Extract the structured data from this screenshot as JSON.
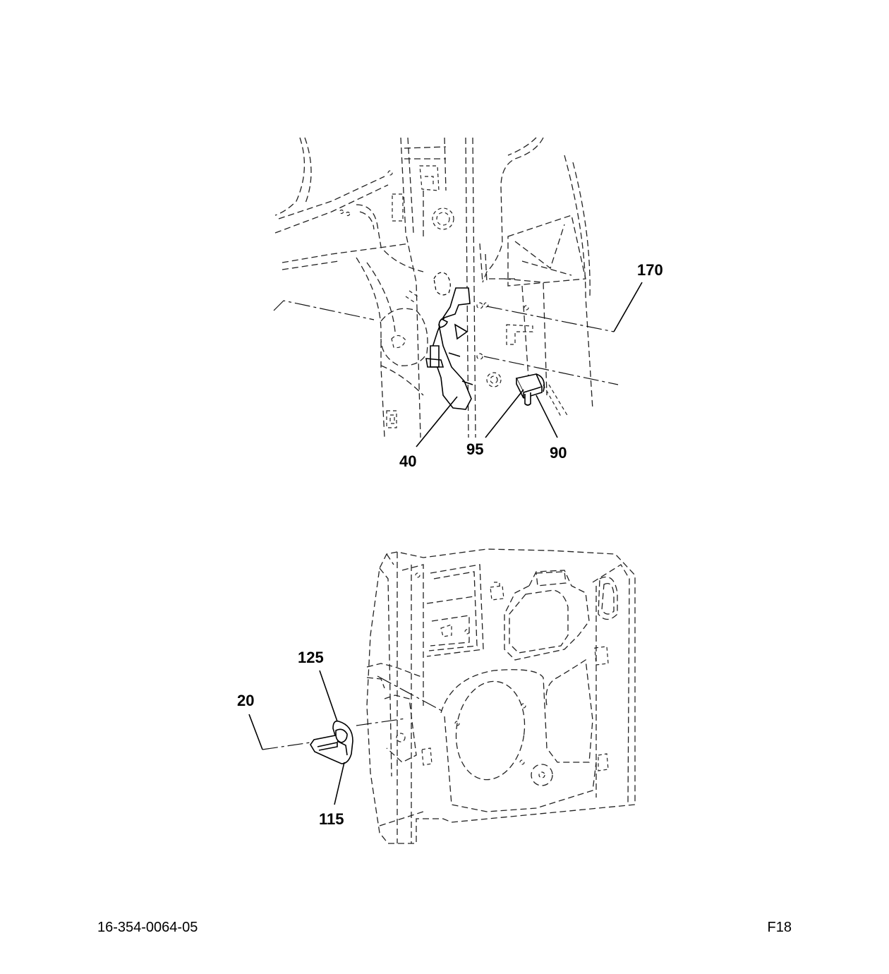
{
  "document": {
    "doc_number": "16-354-0064-05",
    "page_code": "F18"
  },
  "callouts": {
    "upper": {
      "c170": "170",
      "c40": "40",
      "c95": "95",
      "c90": "90"
    },
    "lower": {
      "c125": "125",
      "c20": "20",
      "c115": "115"
    }
  }
}
